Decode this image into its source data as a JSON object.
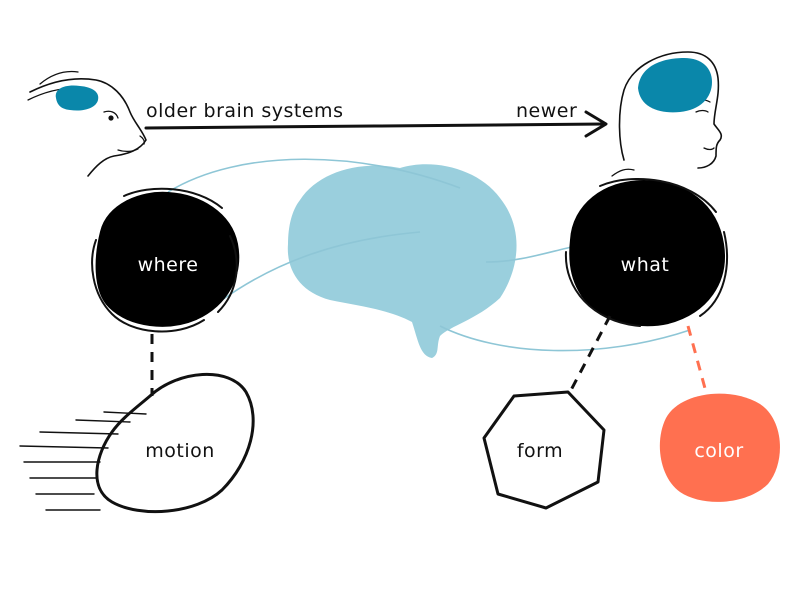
{
  "timeline": {
    "start_label": "older brain systems",
    "end_label": "newer"
  },
  "nodes": {
    "where": "where",
    "what": "what",
    "motion": "motion",
    "form": "form",
    "color": "color"
  },
  "colors": {
    "brain": "#9acfdd",
    "brain_region": "#0a87aa",
    "pathway": "#8ec6d6",
    "color_node": "#ff7050",
    "color_link": "#ff7050",
    "ink": "#111111"
  }
}
